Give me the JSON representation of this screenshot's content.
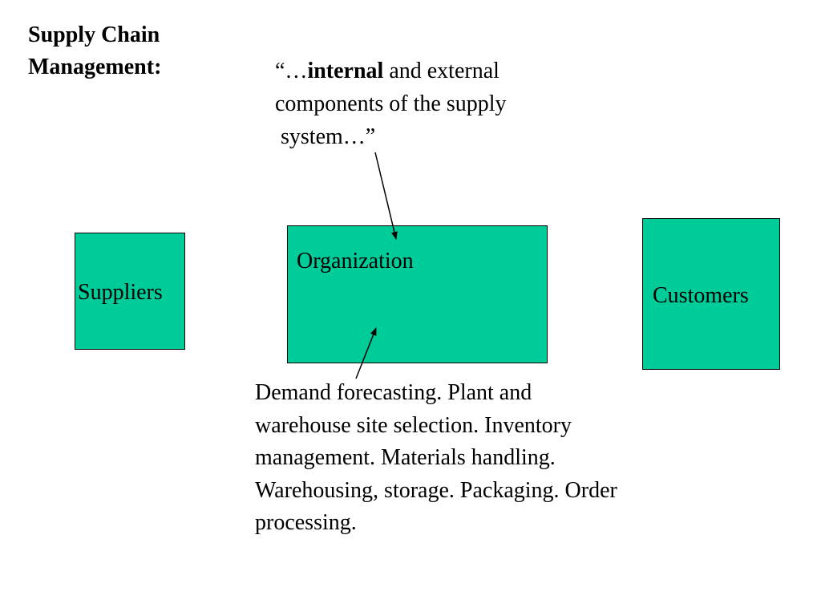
{
  "title": {
    "line1": "Supply Chain",
    "line2": "Management:"
  },
  "quote": {
    "open": "“…",
    "emphasis": "internal",
    "rest_line1": " and external",
    "line2": "components of the supply",
    "line3": " system…”"
  },
  "boxes": {
    "suppliers": {
      "label": "Suppliers",
      "fill": "#00cc99"
    },
    "organization": {
      "label": "Organization",
      "fill": "#00cc99"
    },
    "customers": {
      "label": "Customers",
      "fill": "#00cc99"
    }
  },
  "description": {
    "lines": [
      "Demand forecasting. Plant and",
      "warehouse site selection. Inventory",
      "management. Materials handling.",
      "Warehousing, storage. Packaging. Order",
      "processing."
    ]
  }
}
